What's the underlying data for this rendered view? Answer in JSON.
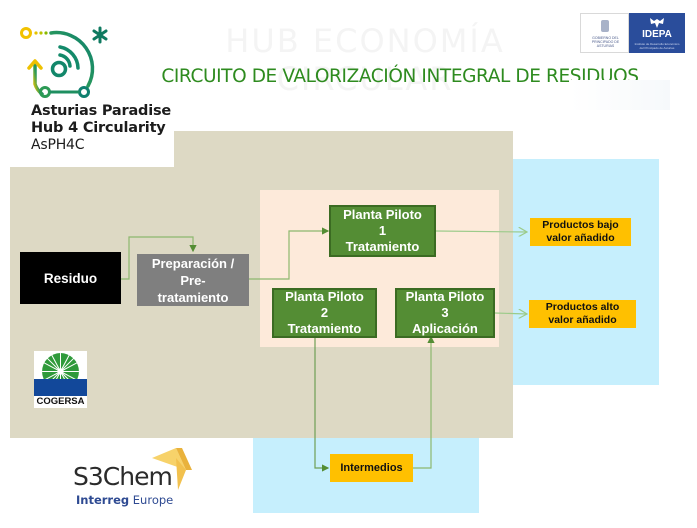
{
  "header": {
    "ghost_title": "HUB ECONOMÍA CIRCULAR",
    "title": "CIRCUITO DE VALORIZACIÓN INTEGRAL DE RESIDUOS"
  },
  "logos": {
    "asph": {
      "line1": "Asturias Paradise",
      "line2": "Hub 4 Circularity",
      "line3": "AsPH4C",
      "icon": "circular-hub-icon"
    },
    "gobierno": {
      "text": "GOBIERNO DEL PRINCIPADO DE ASTURIAS"
    },
    "idepa": {
      "name": "IDEPA",
      "subtitle": "Instituto de Desarrollo Económico del Principado de Asturias"
    },
    "cogersa": {
      "name": "COGERSA"
    },
    "s3chem": {
      "name": "S3Chem",
      "program_bold": "Interreg",
      "program_rest": " Europe"
    }
  },
  "diagram": {
    "nodes": {
      "residuo": "Residuo",
      "preparacion": [
        "Preparación /",
        "Pre-",
        "tratamiento"
      ],
      "planta1": [
        "Planta Piloto",
        "1",
        "Tratamiento"
      ],
      "planta2": [
        "Planta Piloto",
        "2",
        "Tratamiento"
      ],
      "planta3": [
        "Planta Piloto",
        "3",
        "Aplicación"
      ],
      "bajo": [
        "Productos bajo",
        "valor añadido"
      ],
      "alto": [
        "Productos alto",
        "valor añadido"
      ],
      "intermedios": "Intermedios"
    },
    "edges": [
      {
        "from": "Residuo",
        "to": "Preparación / Pre-tratamiento"
      },
      {
        "from": "Preparación / Pre-tratamiento",
        "to": "Planta Piloto 1 Tratamiento"
      },
      {
        "from": "Planta Piloto 1 Tratamiento",
        "to": "Productos bajo valor añadido"
      },
      {
        "from": "Planta Piloto 3 Aplicación",
        "to": "Productos alto valor añadido"
      },
      {
        "from": "Planta Piloto 2 Tratamiento",
        "to": "Intermedios"
      },
      {
        "from": "Intermedios",
        "to": "Planta Piloto 3 Aplicación"
      }
    ],
    "colors": {
      "region_beige": "#ddd9c4",
      "region_blue": "#c6effd",
      "region_peach": "#fdeada",
      "node_green": "#548d34",
      "node_grey": "#7f7f7f",
      "node_black": "#000000",
      "node_yellow": "#ffc000",
      "title_green": "#2e8b1f"
    }
  }
}
